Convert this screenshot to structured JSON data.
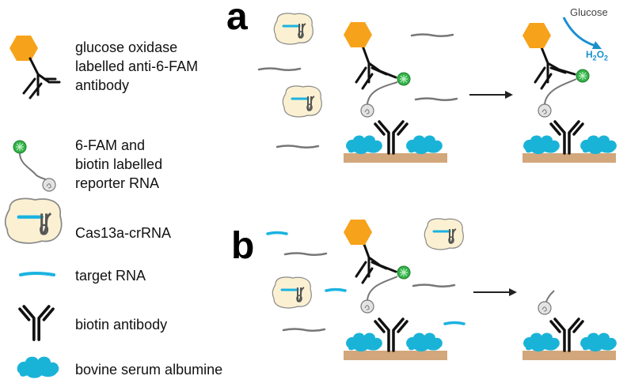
{
  "legend": {
    "items": [
      {
        "icon": "glucose-oxidase-antibody-icon",
        "label": "glucose oxidase\nlabelled anti-6-FAM\nantibody"
      },
      {
        "icon": "reporter-rna-icon",
        "label": "6-FAM and\nbiotin labelled\nreporter RNA"
      },
      {
        "icon": "cas13a-crrna-icon",
        "label": "Cas13a-crRNA"
      },
      {
        "icon": "target-rna-icon",
        "label": "target RNA"
      },
      {
        "icon": "biotin-antibody-icon",
        "label": "biotin antibody"
      },
      {
        "icon": "bsa-icon",
        "label": "bovine serum albumine"
      }
    ]
  },
  "panels": {
    "a": {
      "letter": "a",
      "glucose": "Glucose",
      "product_main": "H",
      "product_sub1": "2",
      "product_mid": "O",
      "product_sub2": "2"
    },
    "b": {
      "letter": "b"
    }
  },
  "colors": {
    "hexagon": "#f7a21b",
    "fam": "#34b34a",
    "target_rna": "#1ab3e0",
    "bsa": "#1ab3d8",
    "surface": "#d2a77b",
    "cas_body": "#fbf1d2",
    "arrow_blue": "#1a8fd0",
    "strand": "#777777"
  }
}
